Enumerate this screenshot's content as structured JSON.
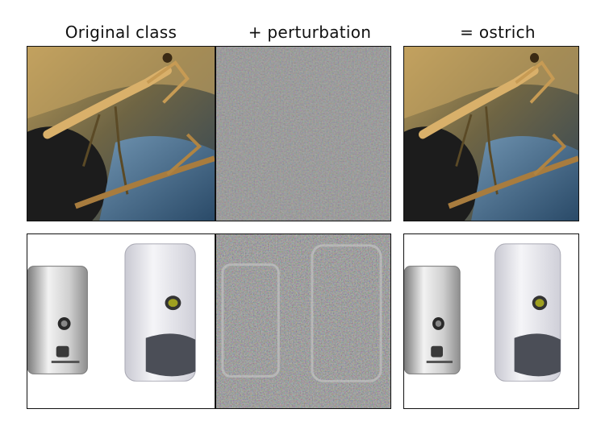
{
  "headers": {
    "original": "Original class",
    "perturbation": "+ perturbation",
    "result": "= ostrich"
  },
  "rows": [
    {
      "subject": "praying mantis on a branch",
      "panels": [
        "original-image",
        "perturbation-noise",
        "adversarial-image"
      ]
    },
    {
      "subject": "two soap dispensers",
      "panels": [
        "original-image",
        "perturbation-noise",
        "adversarial-image"
      ]
    }
  ]
}
